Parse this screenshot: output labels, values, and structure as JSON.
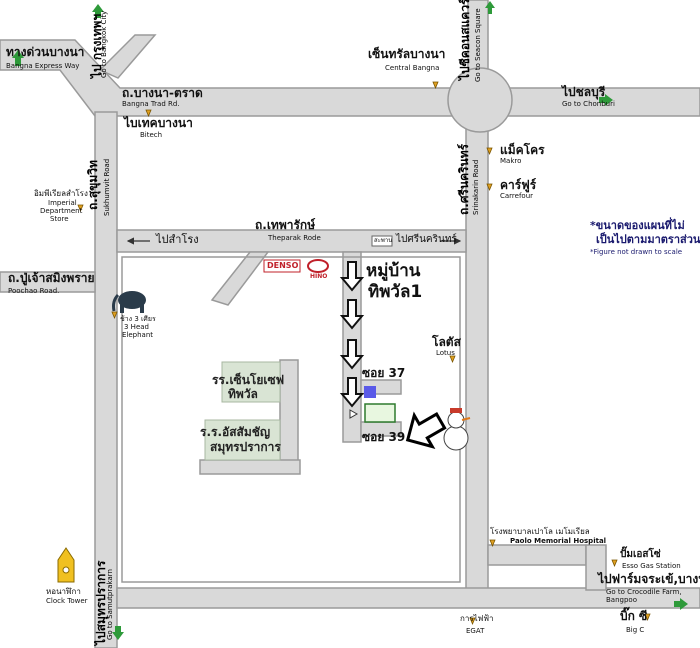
{
  "roads": {
    "bangna_expressway": {
      "th": "ทางด่วนบางนา",
      "en": "Bangna Express Way"
    },
    "go_bangkok_city": {
      "th": "ไป กรุงเทพฯ",
      "en": "Go to Bangkok City"
    },
    "bangna_trad": {
      "th": "ถ.บางนา-ตราด",
      "en": "Bangna Trad Rd."
    },
    "go_seacon": {
      "th": "ไปซีคอนสแควร์",
      "en": "Go to Seacon Square"
    },
    "go_chonburi": {
      "th": "ไปชลบุรี",
      "en": "Go to Chonburi"
    },
    "sukhumvit": {
      "th": "ถ.สุขุมวิท",
      "en": "Sukhumvit Road"
    },
    "srinakarin": {
      "th": "ถ.ศรีนครินทร์",
      "en": "Srinakarin Road"
    },
    "theparak": {
      "th": "ถ.เทพารักษ์",
      "en": "Theparak Rode"
    },
    "go_samrong": "ไปสำโรง",
    "go_srinakarin": "ไปศรีนครินทร์",
    "sign": "สะพาน",
    "pu_chao": {
      "th": "ถ.ปู่เจ้าสมิงพราย",
      "en": "Poochao Road."
    },
    "go_samutprakarn": {
      "th": "ไปสมุทรปราการ",
      "en": "Go to Samutprakarn"
    },
    "go_crocodile": {
      "th": "ไปฟาร์มจระเข้,บางปู",
      "en1": "Go to Crocodile Farm,",
      "en2": "Bangpoo"
    },
    "soi37": "ซอย 37",
    "soi39": "ซอย 39"
  },
  "landmarks": {
    "central": {
      "th": "เซ็นทรัลบางนา",
      "en": "Central Bangna"
    },
    "bitech": {
      "th": "ไบเทคบางนา",
      "en": "Bitech"
    },
    "makro": {
      "th": "แม็คโคร",
      "en": "Makro"
    },
    "carrefour": {
      "th": "คาร์ฟูร์",
      "en": "Carrefour"
    },
    "imperial": {
      "th": "อิมพีเรียลสำโรง",
      "en1": "Imperial",
      "en2": "Department",
      "en3": "Store"
    },
    "elephant": {
      "th": "ช้าง 3 เศียร",
      "en1": "3 Head",
      "en2": "Elephant"
    },
    "lotus": {
      "th": "โลตัส",
      "en": "Lotus"
    },
    "village": {
      "line1": "หมู่บ้าน",
      "line2": "ทิพวัล1"
    },
    "school1": {
      "line1": "รร.เซ็นโยเซฟ",
      "line2": "ทิพวัล"
    },
    "school2": {
      "line1": "ร.ร.อัสสัมชัญ",
      "line2": "สมุทรปราการ"
    },
    "paolo": {
      "th": "โรงพยาบาลเปาโล เมโมเรียล",
      "en": "Paolo Memorial Hospital"
    },
    "esso": {
      "th": "ปั๊มเอสโซ่",
      "en": "Esso Gas Station"
    },
    "clock": {
      "th": "หอนาฬิกา",
      "en": "Clock Tower"
    },
    "egat": {
      "th": "การไฟฟ้า",
      "en": "EGAT"
    },
    "bigc": {
      "th": "บิ๊ก ซี",
      "en": "Big C"
    },
    "denso": "DENSO",
    "hino": "HINO"
  },
  "note": {
    "line1": "*ขนาดของแผนที่ไม่",
    "line2": "เป็นไปตามมาตราส่วน",
    "line3": "*Figure not drawn to scale"
  },
  "colors": {
    "road_fill": "#d9d9d9",
    "road_edge": "#9a9a9a",
    "arrow_green": "#2e9a3a",
    "pin": "#e0a020",
    "note": "#1a1a6e"
  }
}
